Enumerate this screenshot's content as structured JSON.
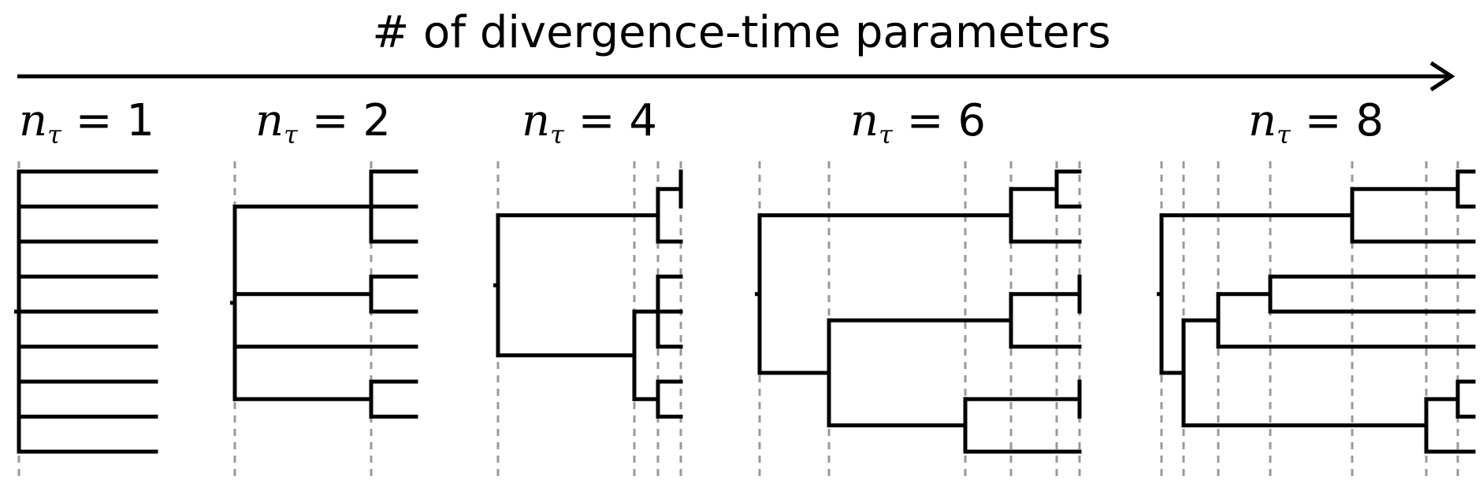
{
  "title": "# of divergence-time parameters",
  "label_parts": {
    "var": "n",
    "sub": "τ",
    "eq": "="
  },
  "panels": [
    {
      "n": "1",
      "taxa": 9,
      "root": {
        "t": 0,
        "children": [
          {
            "t": 1
          },
          {
            "t": 1
          },
          {
            "t": 1
          },
          {
            "t": 1
          },
          {
            "t": 1
          },
          {
            "t": 1
          },
          {
            "t": 1
          },
          {
            "t": 1
          },
          {
            "t": 1
          }
        ]
      }
    },
    {
      "n": "2",
      "taxa": 9,
      "root": {
        "t": 0,
        "children": [
          {
            "t": 1,
            "children": [
              {
                "t": 2
              },
              {
                "t": 2
              },
              {
                "t": 2
              }
            ]
          },
          {
            "t": 1,
            "children": [
              {
                "t": 2
              },
              {
                "t": 2
              }
            ]
          },
          {
            "t": 2
          },
          {
            "t": 1,
            "children": [
              {
                "t": 2
              },
              {
                "t": 2
              }
            ]
          }
        ]
      }
    },
    {
      "n": "4",
      "taxa": 9,
      "root": {
        "t": 0,
        "children": [
          {
            "t": 3,
            "children": [
              {
                "t": 4,
                "children": [
                  {
                    "t": 5
                  },
                  {
                    "t": 5
                  }
                ]
              },
              {
                "t": 5
              }
            ]
          },
          {
            "t": 2,
            "children": [
              {
                "t": 3,
                "children": [
                  {
                    "t": 5
                  },
                  {
                    "t": 5
                  },
                  {
                    "t": 5
                  }
                ]
              },
              {
                "t": 3,
                "children": [
                  {
                    "t": 5
                  },
                  {
                    "t": 5
                  }
                ]
              }
            ]
          }
        ]
      }
    },
    {
      "n": "6",
      "taxa": 9,
      "root": {
        "t": 0,
        "children": [
          {
            "t": 4,
            "children": [
              {
                "t": 5,
                "children": [
                  {
                    "t": 7
                  },
                  {
                    "t": 7
                  }
                ]
              },
              {
                "t": 7
              }
            ]
          },
          {
            "t": 2,
            "children": [
              {
                "t": 4,
                "children": [
                  {
                    "t": 6,
                    "children": [
                      {
                        "t": 7
                      },
                      {
                        "t": 7
                      }
                    ]
                  },
                  {
                    "t": 7
                  }
                ]
              },
              {
                "t": 3,
                "children": [
                  {
                    "t": 6,
                    "children": [
                      {
                        "t": 7
                      },
                      {
                        "t": 7
                      }
                    ]
                  },
                  {
                    "t": 7
                  }
                ]
              }
            ]
          }
        ]
      }
    },
    {
      "n": "8",
      "taxa": 9,
      "root": {
        "t": 0,
        "children": [
          {
            "t": 4,
            "children": [
              {
                "t": 8,
                "children": [
                  {
                    "t": 9
                  },
                  {
                    "t": 9
                  }
                ]
              },
              {
                "t": 9
              }
            ]
          },
          {
            "t": 1,
            "children": [
              {
                "t": 2,
                "children": [
                  {
                    "t": 3,
                    "children": [
                      {
                        "t": 9
                      },
                      {
                        "t": 9
                      }
                    ]
                  },
                  {
                    "t": 9
                  }
                ]
              },
              {
                "t": 6,
                "children": [
                  {
                    "t": 7,
                    "children": [
                      {
                        "t": 9
                      },
                      {
                        "t": 9
                      }
                    ]
                  },
                  {
                    "t": 9
                  }
                ]
              }
            ]
          }
        ]
      }
    }
  ],
  "colors": {
    "branch": "#000000",
    "guide": "#999999"
  }
}
